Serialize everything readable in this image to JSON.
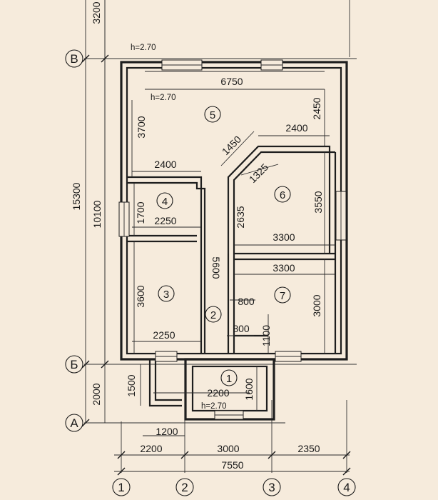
{
  "ceiling_heights": {
    "top": "h=2.70",
    "room5": "h=2.70",
    "porch": "h=2.70"
  },
  "axes": {
    "rows": [
      "В",
      "Б",
      "А"
    ],
    "columns": [
      "1",
      "2",
      "3",
      "4"
    ]
  },
  "rooms": [
    "1",
    "2",
    "3",
    "4",
    "5",
    "6",
    "7"
  ],
  "dims": {
    "d3200": "3200",
    "d15300": "15300",
    "d10100": "10100",
    "d2000": "2000",
    "d6750": "6750",
    "d3700": "3700",
    "d2450": "2450",
    "d2400a": "2400",
    "d1450": "1450",
    "d2400b": "2400",
    "d1325": "1325",
    "d1700": "1700",
    "d2250a": "2250",
    "d3550": "3550",
    "d2635": "2635",
    "d3300a": "3300",
    "d5600": "5600",
    "d3300b": "3300",
    "d3600": "3600",
    "d800a": "800",
    "d3000a": "3000",
    "d800b": "800",
    "d1100": "1100",
    "d2250b": "2250",
    "d1500": "1500",
    "d2200a": "2200",
    "d1600": "1600",
    "d1200": "1200",
    "d2200b": "2200",
    "d3000b": "3000",
    "d2350": "2350",
    "d7550": "7550"
  }
}
